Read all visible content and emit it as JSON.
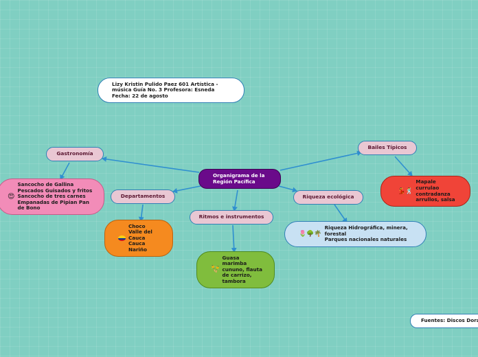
{
  "colors": {
    "background": "#80cfc2",
    "connector": "#2f8fd0",
    "central": "#6a0a8a",
    "topic": "#e9c7d3",
    "gastronomia_leaf": "#f28cb8",
    "departamentos_leaf": "#f58a1f",
    "ritmos_leaf": "#80bd3d",
    "riqueza_leaf": "#c8e1f3",
    "bailes_leaf": "#f04438"
  },
  "central": {
    "label": "Organigrama de la Región Pacífica"
  },
  "header_note": {
    "text": "Lizy Kristin Pulido Paez 601  Artística - música Guía No. 3 Profesora: Esneda Fecha: 22 de agosto"
  },
  "topics": {
    "gastronomia": "Gastronomía",
    "departamentos": "Departamentos",
    "ritmos": "Ritmos e instrumentos",
    "riqueza": "Riqueza ecológica",
    "bailes": "Bailes Típicos"
  },
  "leaves": {
    "gastronomia": {
      "icon": "grinning-face-heart-eyes-icon",
      "lines": [
        "Sancocho de Gallina",
        "Pescados Guisados y fritos",
        "Sancocho de tres carnes",
        "Empanadas de Pipian Pan",
        "de Bono"
      ]
    },
    "departamentos": {
      "icon": "colombia-flag-icon",
      "lines": [
        "Choco",
        "Valle del",
        "Cauca",
        "Cauca",
        "Nariño"
      ]
    },
    "ritmos": {
      "icon": "maracas-icon",
      "lines": [
        "Guasa",
        "marimba",
        "cununo, flauta",
        "de carrizo,",
        "tambora"
      ]
    },
    "riqueza": {
      "icon": "nature-plants-icon",
      "lines": [
        "Riqueza Hidrográfica, minera,",
        "forestal",
        "Parques nacionales naturales"
      ]
    },
    "bailes": {
      "icon": "dancers-icon",
      "lines": [
        "Mapale",
        "currulao",
        "contradanza",
        "arrullos, salsa"
      ]
    }
  },
  "footer_note": {
    "text": "Fuentes: Discos Dora"
  }
}
